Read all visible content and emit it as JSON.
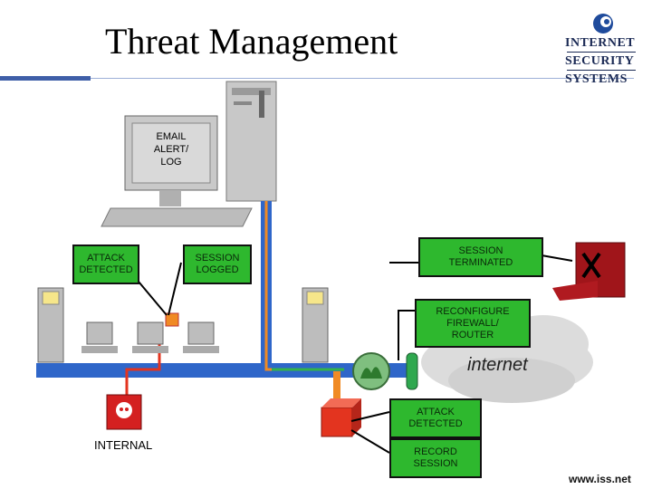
{
  "title": "Threat Management",
  "logo": {
    "line1": "INTERNET",
    "line2": "SECURITY",
    "line3": "SYSTEMS"
  },
  "labels": {
    "email_alert": "EMAIL\nALERT/\nLOG",
    "attack_detected_left": "ATTACK\nDETECTED",
    "session_logged": "SESSION\nLOGGED",
    "session_terminated": "SESSION\nTERMINATED",
    "reconfigure": "RECONFIGURE\nFIREWALL/\nROUTER",
    "internet": "internet",
    "attack_detected_right": "ATTACK\nDETECTED",
    "record_session": "RECORD\nSESSION",
    "internal": "INTERNAL",
    "website": "www.iss.net"
  },
  "colors": {
    "lan": "#2f66c9",
    "link_orange": "#f08a24",
    "link_red": "#e3341f",
    "box_green": "#2eb82e"
  }
}
